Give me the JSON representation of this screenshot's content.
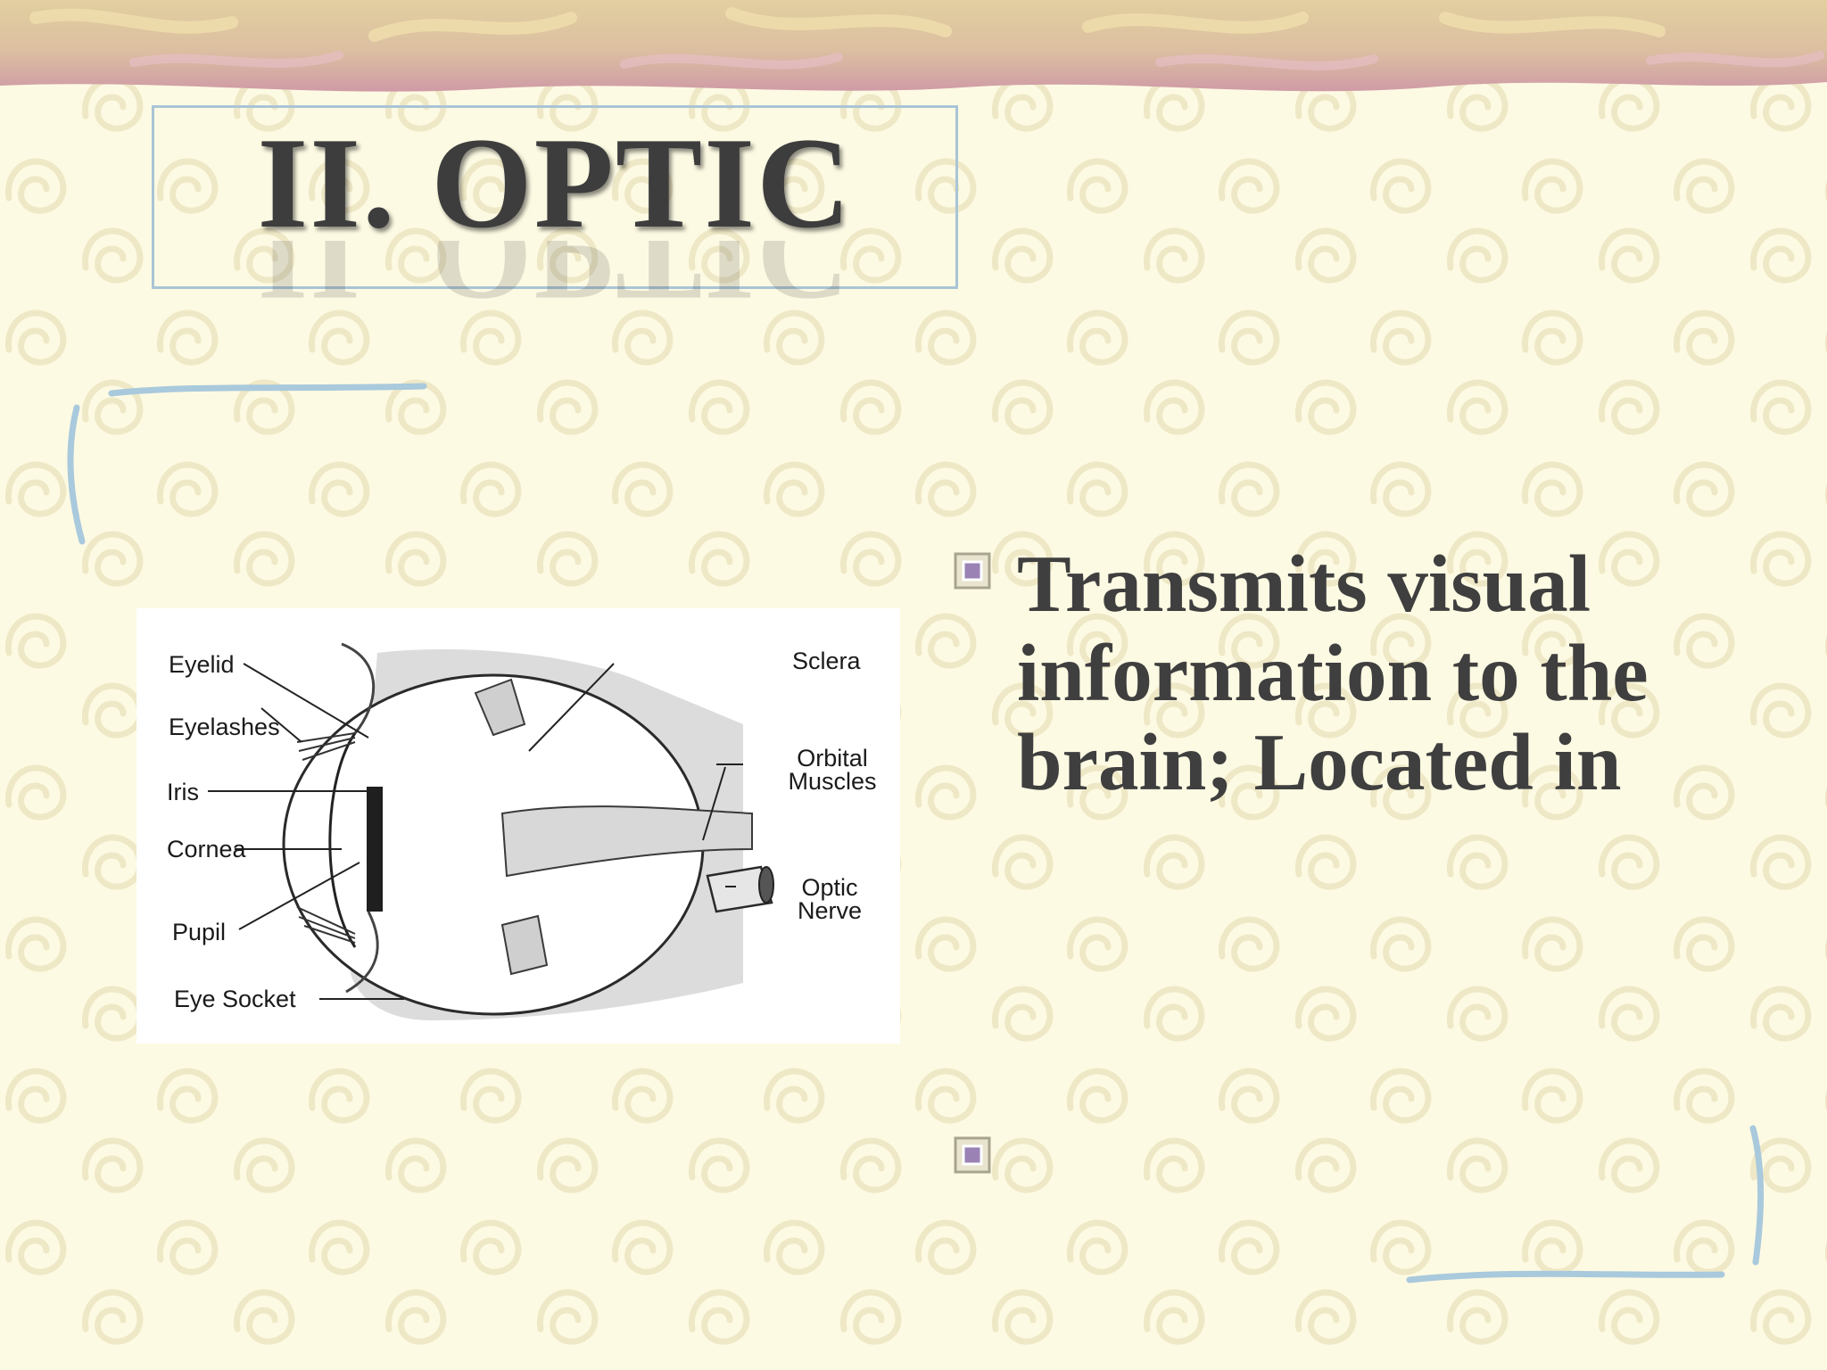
{
  "slide": {
    "title": "II. OPTIC",
    "bullets": [
      {
        "text": "Transmits visual information to the brain; Located in"
      }
    ],
    "figure": {
      "labels": {
        "eyelid": "Eyelid",
        "eyelashes": "Eyelashes",
        "iris": "Iris",
        "cornea": "Cornea",
        "pupil": "Pupil",
        "eye_socket": "Eye Socket",
        "sclera": "Sclera",
        "orbital_muscles_1": "Orbital",
        "orbital_muscles_2": "Muscles",
        "optic_nerve_1": "Optic",
        "optic_nerve_2": "Nerve"
      }
    }
  },
  "colors": {
    "background": "#fdfae3",
    "title_frame": "#a9c4d6",
    "title_text": "#3d3d3d",
    "body_text": "#3f3f3f",
    "header_band": "#d7a9ad",
    "bracket": "#a9c9dc",
    "bullet": "#9a82b5"
  },
  "icons": {
    "bullet": "square-bullet-icon",
    "swirl": "swirl-pattern"
  }
}
